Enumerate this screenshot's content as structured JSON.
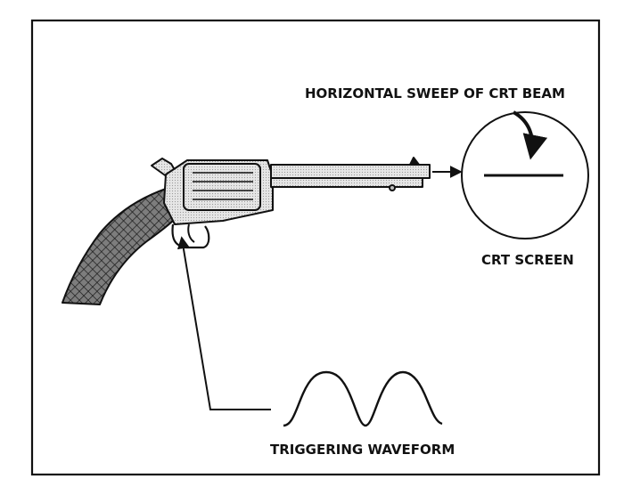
{
  "labels": {
    "sweep": "HORIZONTAL SWEEP OF CRT BEAM",
    "screen": "CRT SCREEN",
    "trigger": "TRIGGERING WAVEFORM"
  },
  "colors": {
    "ink": "#111111",
    "metal": "#dcdcdc",
    "grip": "#8a8a8a",
    "background": "#ffffff"
  }
}
